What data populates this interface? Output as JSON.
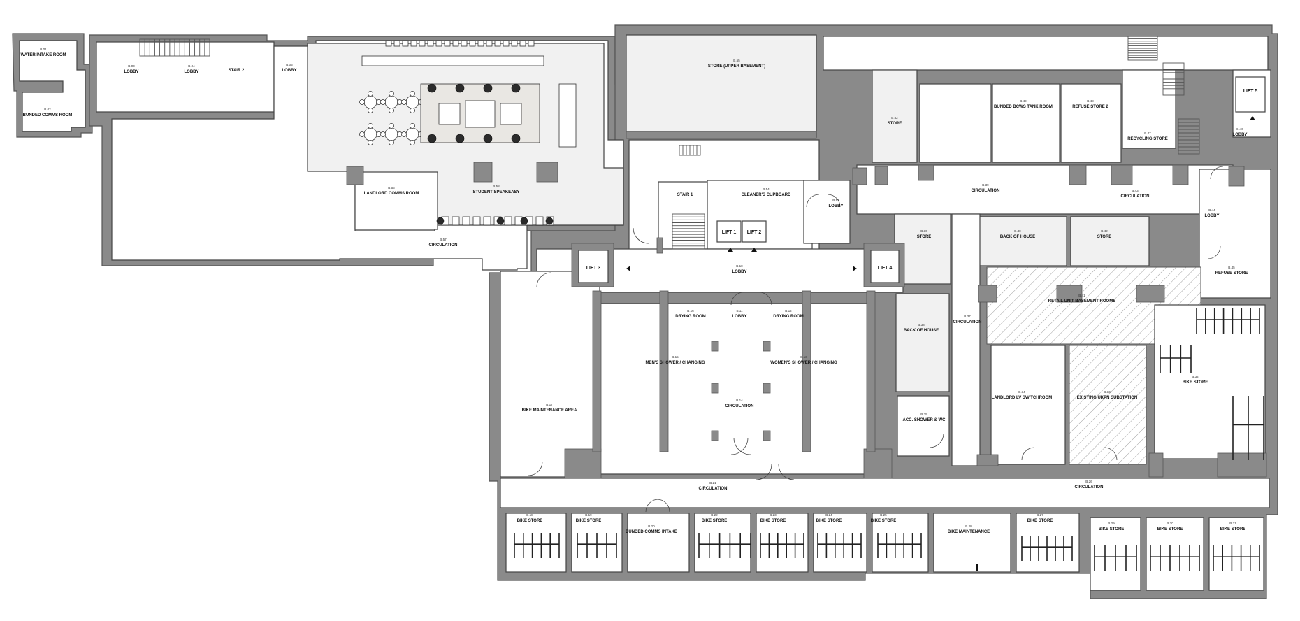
{
  "drawing": {
    "colors": {
      "wall": "#8a8a8a",
      "line": "#444444",
      "shaded_room": "#f1f1f1",
      "hatch": "#9a9a9a",
      "background": "#ffffff"
    }
  },
  "rooms": {
    "b01": {
      "num": "B.01",
      "name": "WATER INTAKE ROOM"
    },
    "b02": {
      "num": "B.02",
      "name": "BUNDED COMMS ROOM"
    },
    "b03": {
      "num": "B.03",
      "name": "LOBBY"
    },
    "b04": {
      "num": "B.04",
      "name": "LOBBY"
    },
    "stair2": {
      "name": "STAIR 2"
    },
    "b05": {
      "num": "B.05",
      "name": "LOBBY"
    },
    "b55": {
      "num": "B.55",
      "name": "STORE (UPPER BASEMENT)"
    },
    "b52": {
      "num": "B.52",
      "name": "STORE"
    },
    "b49": {
      "num": "B.49",
      "name": "BUNDED BCWS TANK ROOM"
    },
    "b48": {
      "num": "B.48",
      "name": "REFUSE STORE 2"
    },
    "b47": {
      "num": "B.47",
      "name": "RECYCLING STORE"
    },
    "b46": {
      "num": "B.46",
      "name": "LOBBY"
    },
    "b56": {
      "num": "B.56",
      "name": "LANDLORD COMMS ROOM"
    },
    "b58": {
      "num": "B.58",
      "name": "STUDENT SPEAKEASY"
    },
    "stair1": {
      "name": "STAIR 1"
    },
    "b54": {
      "num": "B.54",
      "name": "CLEANER'S CUPBOARD"
    },
    "b53": {
      "num": "B.53",
      "name": "LOBBY"
    },
    "b39": {
      "num": "B.39",
      "name": "CIRCULATION"
    },
    "b43": {
      "num": "B.43",
      "name": "CIRCULATION"
    },
    "b44": {
      "num": "B.44",
      "name": "LOBBY"
    },
    "b57": {
      "num": "B.57",
      "name": "CIRCULATION"
    },
    "b36": {
      "num": "B.36",
      "name": "STORE"
    },
    "b40": {
      "num": "B.40",
      "name": "BACK OF HOUSE"
    },
    "b42": {
      "num": "B.42",
      "name": "STORE"
    },
    "b45": {
      "num": "B.45",
      "name": "REFUSE STORE"
    },
    "b10": {
      "num": "B.10",
      "name": "LOBBY"
    },
    "b41": {
      "num": "B.41",
      "name": "RETAIL UNIT BASEMENT ROOMS"
    },
    "b16": {
      "num": "B.16",
      "name": "DRYING ROOM"
    },
    "b11": {
      "num": "B.11",
      "name": "LOBBY"
    },
    "b12": {
      "num": "B.12",
      "name": "DRYING ROOM"
    },
    "b38": {
      "num": "B.38",
      "name": "BACK OF HOUSE"
    },
    "b37": {
      "num": "B.37",
      "name": "CIRCULATION"
    },
    "b15": {
      "num": "B.15",
      "name": "MEN'S SHOWER / CHANGING"
    },
    "b13": {
      "num": "B.13",
      "name": "WOMEN'S SHOWER / CHANGING"
    },
    "b14": {
      "num": "B.14",
      "name": "CIRCULATION"
    },
    "b17": {
      "num": "B.17",
      "name": "BIKE MAINTENANCE AREA"
    },
    "b35": {
      "num": "B.35",
      "name": "ACC. SHOWER & WC"
    },
    "b34": {
      "num": "B.34",
      "name": "LANDLORD LV SWITCHROOM"
    },
    "b33": {
      "num": "B.33",
      "name": "EXISTING UKPN SUBSTATION"
    },
    "b32": {
      "num": "B.32",
      "name": "BIKE STORE"
    },
    "b21": {
      "num": "B.21",
      "name": "CIRCULATION"
    },
    "b26": {
      "num": "B.26",
      "name": "CIRCULATION"
    },
    "b18": {
      "num": "B.18",
      "name": "BIKE STORE"
    },
    "b19": {
      "num": "B.19",
      "name": "BIKE STORE"
    },
    "b20": {
      "num": "B.20",
      "name": "BUNDED COMMS INTAKE"
    },
    "b22": {
      "num": "B.22",
      "name": "BIKE STORE"
    },
    "b23": {
      "num": "B.23",
      "name": "BIKE STORE"
    },
    "b24": {
      "num": "B.24",
      "name": "BIKE STORE"
    },
    "b25": {
      "num": "B.25",
      "name": "BIKE STORE"
    },
    "b28": {
      "num": "B.28",
      "name": "BIKE MAINTENANCE"
    },
    "b27": {
      "num": "B.27",
      "name": "BIKE STORE"
    },
    "b29": {
      "num": "B.29",
      "name": "BIKE STORE"
    },
    "b30": {
      "num": "B.30",
      "name": "BIKE STORE"
    },
    "b31": {
      "num": "B.31",
      "name": "BIKE STORE"
    }
  },
  "lifts": {
    "lift1": "LIFT 1",
    "lift2": "LIFT 2",
    "lift3": "LIFT 3",
    "lift4": "LIFT 4",
    "lift5": "LIFT 5"
  }
}
